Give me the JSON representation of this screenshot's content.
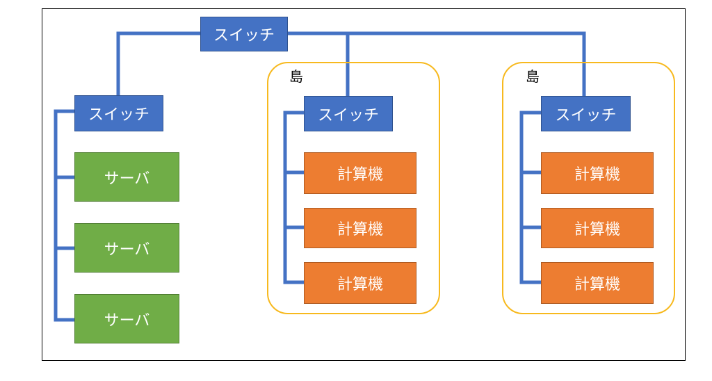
{
  "diagram": {
    "top_switch": "スイッチ",
    "server_group": {
      "switch": "スイッチ",
      "nodes": [
        "サーバ",
        "サーバ",
        "サーバ"
      ]
    },
    "islands": [
      {
        "label": "島",
        "switch": "スイッチ",
        "nodes": [
          "計算機",
          "計算機",
          "計算機"
        ]
      },
      {
        "label": "島",
        "switch": "スイッチ",
        "nodes": [
          "計算機",
          "計算機",
          "計算機"
        ]
      }
    ]
  },
  "colors": {
    "switch": "#4472c4",
    "server": "#70ad47",
    "computer": "#ed7d31",
    "island_border": "#f7b91e",
    "wire": "#4472c4"
  }
}
